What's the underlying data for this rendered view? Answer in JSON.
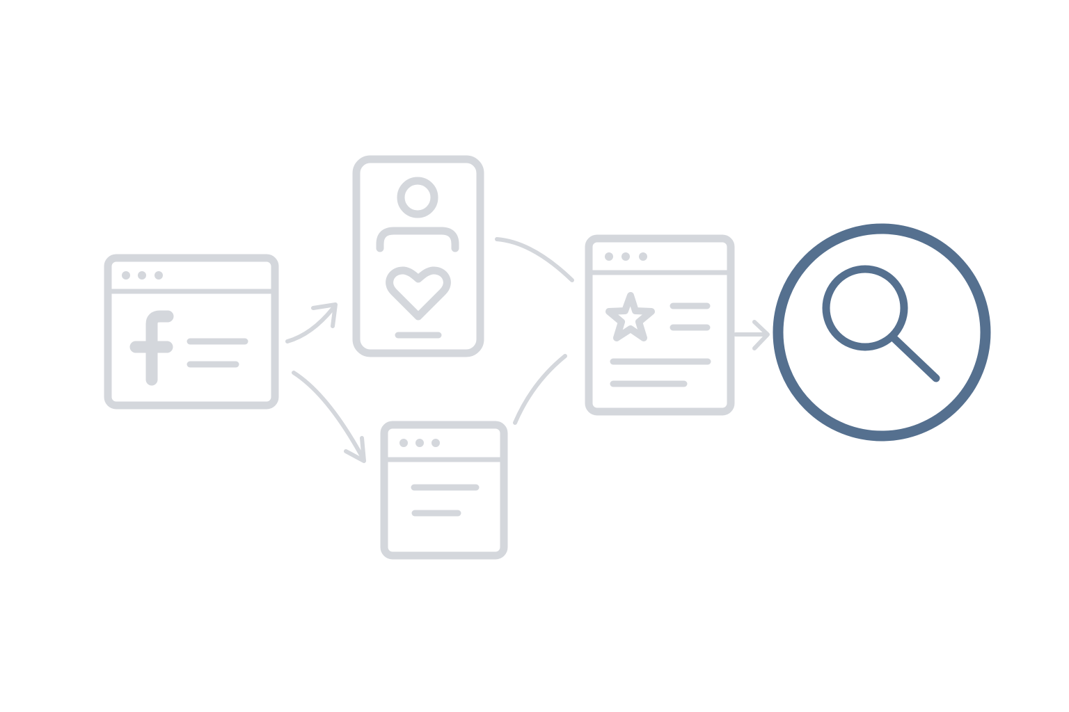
{
  "colors": {
    "background": "#ffffff",
    "muted": "#d4d7dc",
    "accent": "#55708f"
  },
  "nodes": [
    {
      "id": "social-page",
      "icon": "facebook-logo-icon",
      "kind": "browser-window"
    },
    {
      "id": "profile-phone",
      "icon": "user-heart-icon",
      "kind": "mobile-screen"
    },
    {
      "id": "plain-page",
      "icon": "text-lines-icon",
      "kind": "browser-window"
    },
    {
      "id": "review-page",
      "icon": "star-icon",
      "kind": "browser-window"
    },
    {
      "id": "search",
      "icon": "magnifying-glass-icon",
      "kind": "highlighted-circle"
    }
  ],
  "edges": [
    {
      "from": "social-page",
      "to": "profile-phone",
      "arrow": true
    },
    {
      "from": "social-page",
      "to": "plain-page",
      "arrow": true
    },
    {
      "from": "profile-phone",
      "to": "review-page",
      "arrow": false
    },
    {
      "from": "plain-page",
      "to": "review-page",
      "arrow": false
    },
    {
      "from": "review-page",
      "to": "search",
      "arrow": true
    }
  ]
}
